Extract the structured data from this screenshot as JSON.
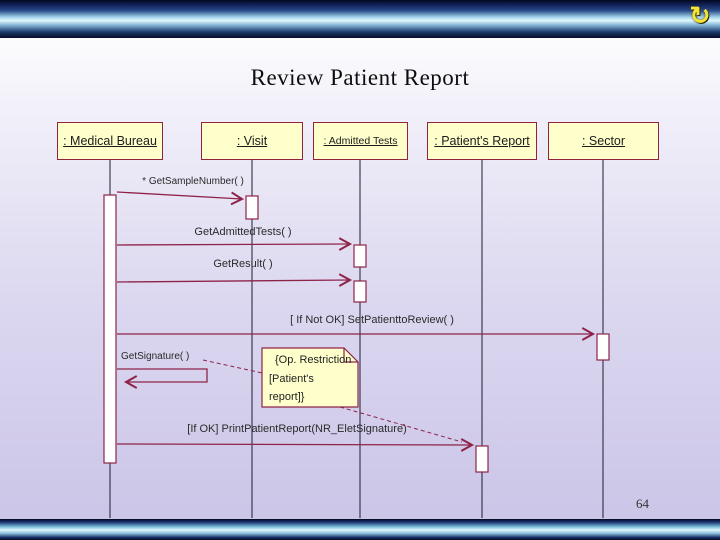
{
  "slide": {
    "title": "Review Patient Report",
    "page_number": "64"
  },
  "header_bar": {
    "icon": "circular-arrow-icon",
    "icon_glyph": "↻"
  },
  "diagram": {
    "lifelines": [
      {
        "label": ": Medical Bureau"
      },
      {
        "label": ": Visit"
      },
      {
        "label": ": Admitted Tests"
      },
      {
        "label": ": Patient's Report"
      },
      {
        "label": ": Sector"
      }
    ],
    "messages": [
      {
        "label": "* GetSampleNumber( )"
      },
      {
        "label": "GetAdmittedTests( )"
      },
      {
        "label": "GetResult( )"
      },
      {
        "label": "[ If Not OK] SetPatienttoReview( )"
      },
      {
        "label": "GetSignature( )"
      },
      {
        "label": "[If OK] PrintPatientReport(NR_EletSignature)"
      }
    ],
    "note": {
      "lines": [
        "{Op. Restriction",
        "[Patient's",
        "report]}"
      ]
    },
    "colors": {
      "accent_maroon": "#8E2349",
      "actor_box_fill": "#FFFFCC",
      "note_fill": "#FFFFCC",
      "background_lavender": "#D9D5EE",
      "bar_navy": "#0B1238",
      "bar_light_cyan": "#DFF8FD"
    }
  }
}
